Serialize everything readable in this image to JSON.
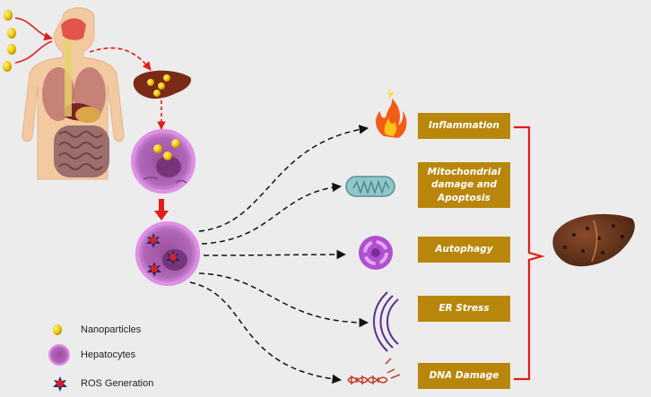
{
  "effects": [
    {
      "label": "Inflammation"
    },
    {
      "label": "Mitochondrial damage and Apoptosis"
    },
    {
      "label": "Autophagy"
    },
    {
      "label": "ER Stress"
    },
    {
      "label": "DNA Damage"
    }
  ],
  "legend": {
    "nanoparticles": "Nanoparticles",
    "hepatocytes": "Hepatocytes",
    "ros": "ROS Generation"
  },
  "colors": {
    "background": "#ececec",
    "effect_box": "#b8860b",
    "red_arrow": "#e31b1b",
    "nanoparticle": "#f2c500",
    "hepatocyte": "#b066b8",
    "ros": "#d81f26"
  }
}
